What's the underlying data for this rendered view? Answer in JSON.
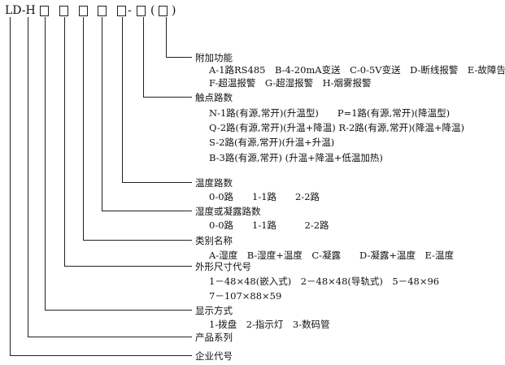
{
  "model_code": {
    "prefix": "LD-H",
    "dash": "-",
    "open_paren": "(",
    "close_paren": ")"
  },
  "sections": {
    "extra_function": {
      "title": "附加功能",
      "lines": [
        "A-1路RS485　B-4-20mA变送　C-0-5V变送　D-断线报警　E-故障告警",
        "F-超温报警　G-超湿报警　H-烟雾报警"
      ]
    },
    "contact_channels": {
      "title": "触点路数",
      "lines": [
        "N-1路(有源,常开)(升温型)　　P=1路(有源,常开)(降温型)",
        "Q-2路(有源,常开)(升温+降温) R-2路(有源,常开)(降温+降温)",
        "S-2路(有源,常开)(升温+升温)",
        "B-3路(有源,常开) (升温+降温+低温加热)"
      ]
    },
    "temp_channels": {
      "title": "温度路数",
      "lines": [
        "0-0路　　1-1路　　2-2路"
      ]
    },
    "humidity_channels": {
      "title": "湿度或凝露路数",
      "lines": [
        "0-0路　　1-1路　　　2-2路"
      ]
    },
    "category": {
      "title": "类别名称",
      "lines": [
        "A-湿度　B-湿度+温度　C-凝露　　D-凝露+温度　E-温度"
      ]
    },
    "size_code": {
      "title": "外形尺寸代号",
      "lines": [
        "1－48×48(嵌入式)　2－48×48(导轨式)　5－48×96",
        "7－107×88×59"
      ]
    },
    "display_mode": {
      "title": "显示方式",
      "lines": [
        "1-拨盘　2-指示灯　3-数码管"
      ]
    },
    "product_series": {
      "title": "产品系列",
      "lines": []
    },
    "company_code": {
      "title": "企业代号",
      "lines": []
    }
  }
}
